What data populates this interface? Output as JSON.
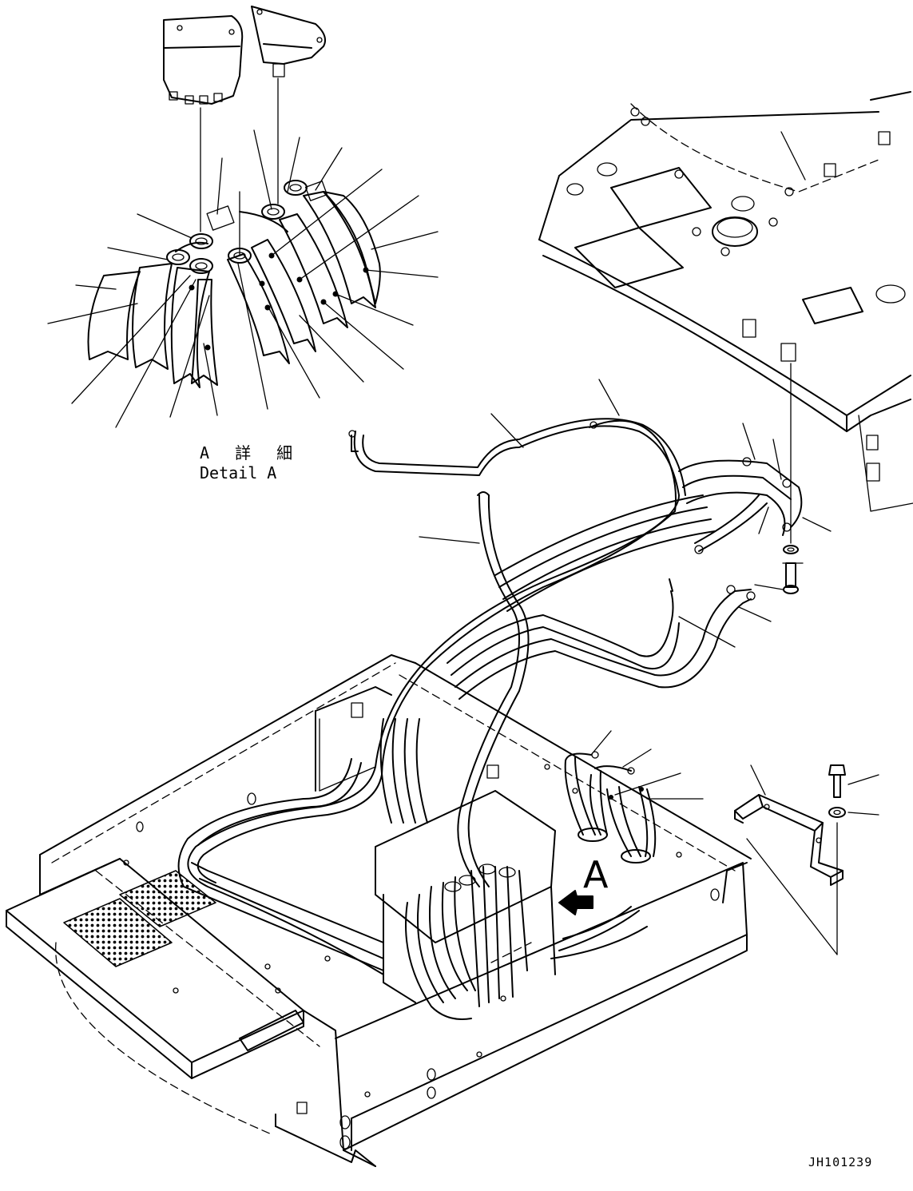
{
  "detail": {
    "title_jp": "A 詳 細",
    "title_en": "Detail A"
  },
  "view_marker": "A",
  "drawing_number": "JH101239",
  "colors": {
    "line": "#000000",
    "background": "#ffffff"
  }
}
